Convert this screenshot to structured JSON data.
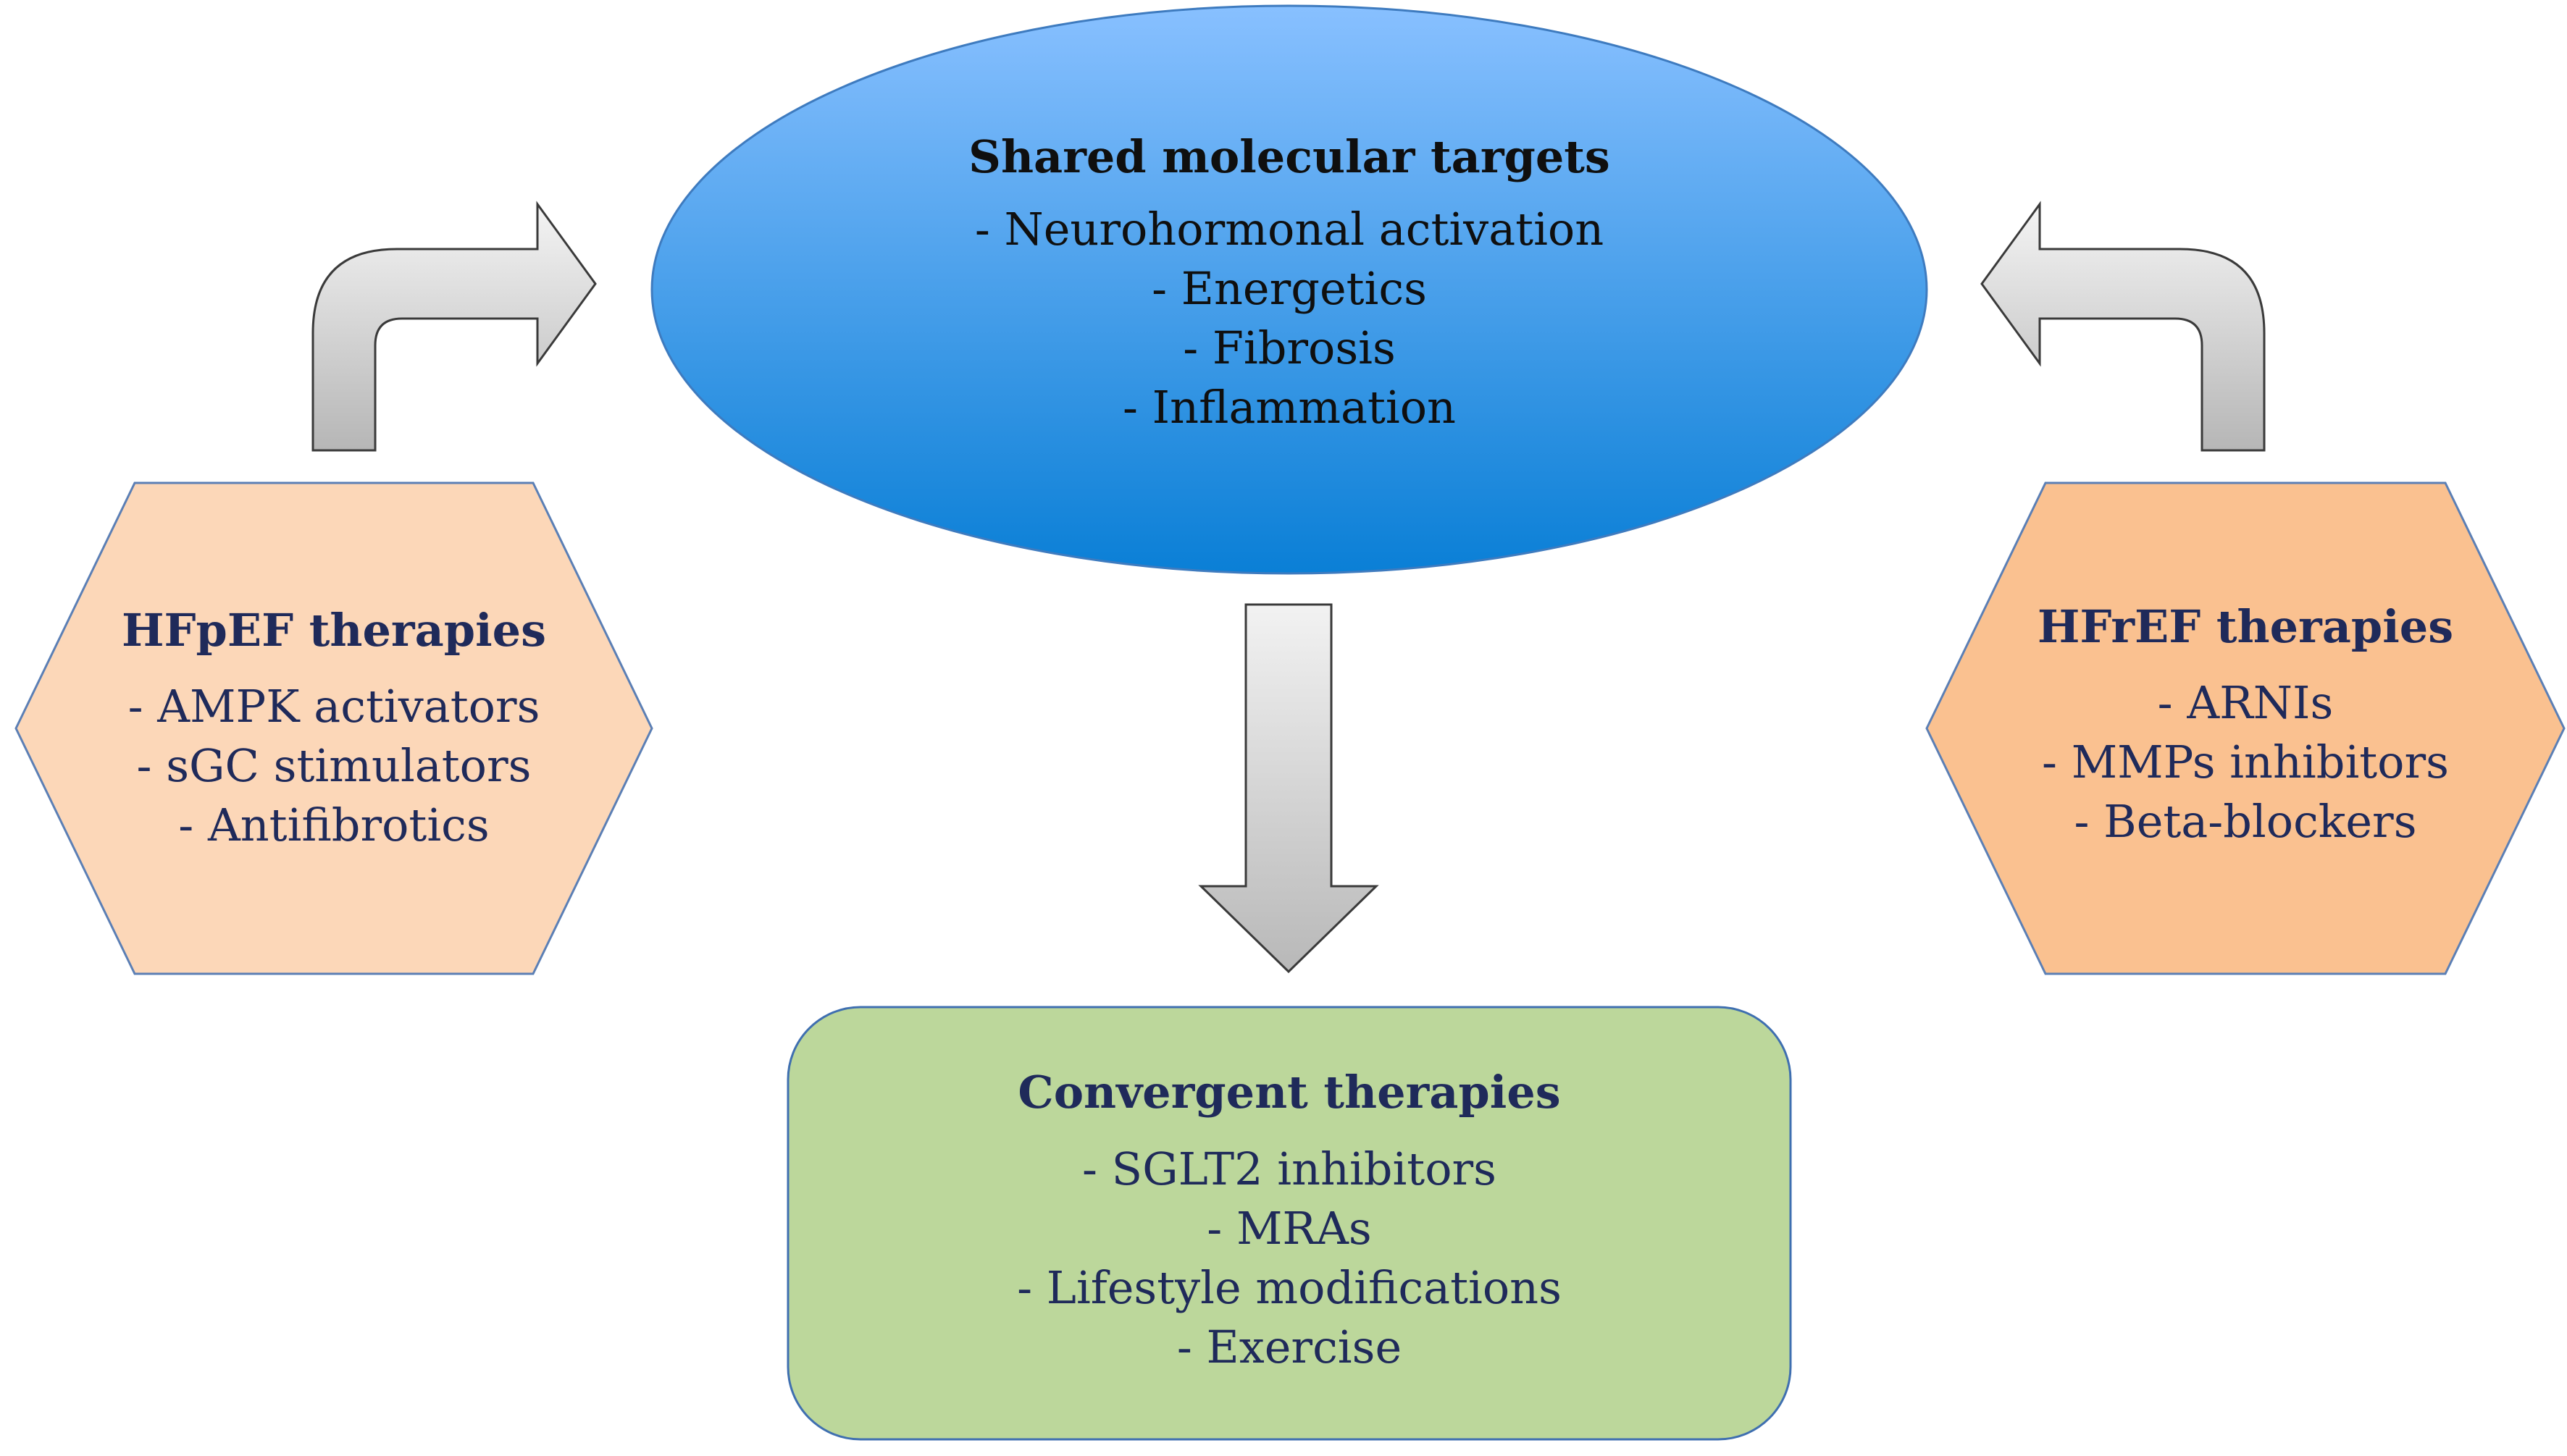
{
  "shared_targets": {
    "title": "Shared molecular targets",
    "items": [
      "-  Neurohormonal activation",
      "-  Energetics",
      "-  Fibrosis",
      "-  Inflammation"
    ]
  },
  "hfpef": {
    "title": "HFpEF therapies",
    "items": [
      "-  AMPK activators",
      "-  sGC stimulators",
      "-  Antifibrotics"
    ]
  },
  "hfref": {
    "title": "HFrEF therapies",
    "items": [
      "-  ARNIs",
      "-  MMPs inhibitors",
      "-  Beta-blockers"
    ]
  },
  "convergent": {
    "title": "Convergent therapies",
    "items": [
      "-  SGLT2 inhibitors",
      "-  MRAs",
      "-  Lifestyle modifications",
      "-  Exercise"
    ]
  },
  "colors": {
    "ellipse_top": "#88c0ff",
    "ellipse_bottom": "#0a7fd6",
    "hfpef_fill": "#fcd7b8",
    "hfref_fill": "#fac190",
    "convergent_fill": "#bcd79b",
    "arrow_light": "#f4f4f4",
    "arrow_dark": "#b6b6b6"
  }
}
